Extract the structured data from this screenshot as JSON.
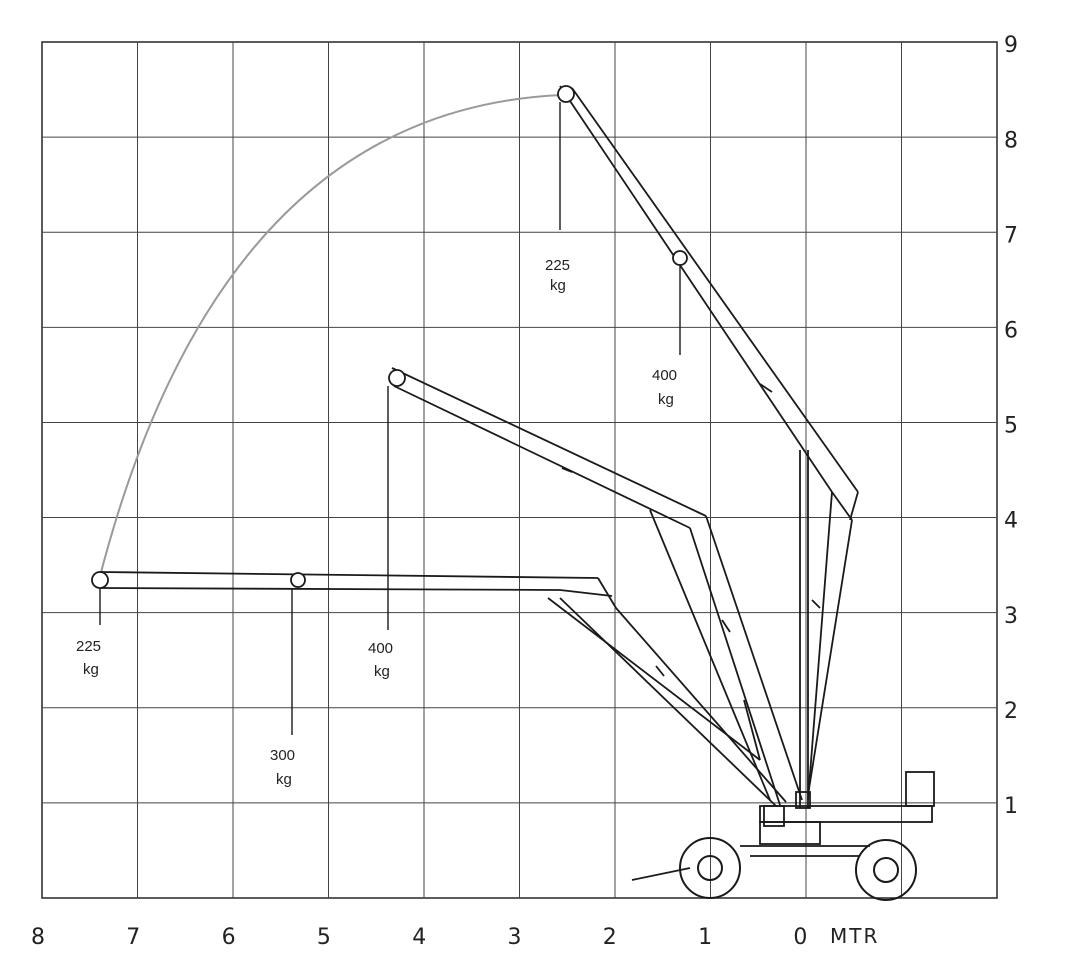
{
  "axes": {
    "x_ticks": [
      "8",
      "7",
      "6",
      "5",
      "4",
      "3",
      "2",
      "1",
      "0"
    ],
    "x_unit": "MTR",
    "y_ticks": [
      "1",
      "2",
      "3",
      "4",
      "5",
      "6",
      "7",
      "8",
      "9"
    ]
  },
  "loads": {
    "high_tip": {
      "value": "225",
      "unit": "kg"
    },
    "high_mid": {
      "value": "400",
      "unit": "kg"
    },
    "mid_tip": {
      "value": "400",
      "unit": "kg"
    },
    "low_tip": {
      "value": "225",
      "unit": "kg"
    },
    "low_mid": {
      "value": "300",
      "unit": "kg"
    }
  },
  "colors": {
    "grid": "#444444",
    "line": "#1a1a1a",
    "arc": "#9a9a9a"
  }
}
